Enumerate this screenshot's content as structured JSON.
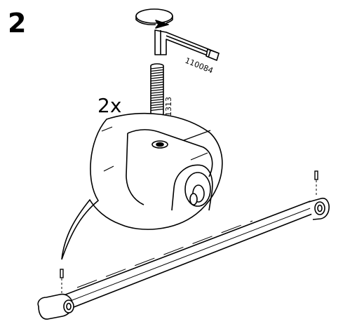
{
  "step": {
    "number": "2"
  },
  "callout": {
    "quantity": "2x"
  },
  "parts": {
    "allen_key_code": "110084",
    "threaded_stud_code": "151313"
  },
  "colors": {
    "line": "#000000",
    "background": "#ffffff"
  }
}
